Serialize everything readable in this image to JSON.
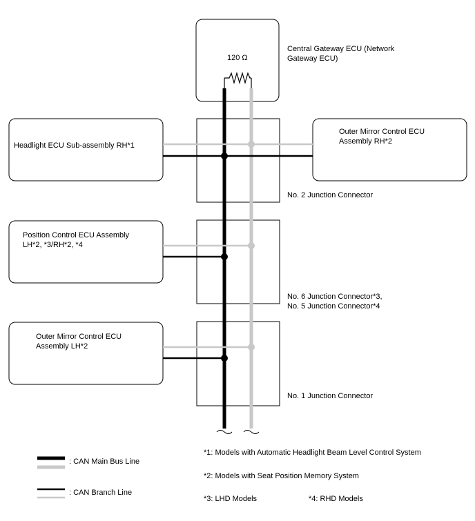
{
  "gateway": {
    "name": "Central Gateway ECU (Network\nGateway ECU)",
    "resistor": "120 Ω"
  },
  "ecus": {
    "headlight": "Headlight ECU Sub-assembly RH*1",
    "outer_mirror_rh": "Outer Mirror Control ECU\nAssembly RH*2",
    "position_control": "Position Control ECU Assembly\nLH*2, *3/RH*2, *4",
    "outer_mirror_lh": "Outer Mirror Control ECU\nAssembly LH*2"
  },
  "junctions": {
    "no2": "No. 2 Junction Connector",
    "no6_no5": "No. 6 Junction Connector*3,\nNo. 5 Junction Connector*4",
    "no1": "No. 1 Junction Connector"
  },
  "legend": {
    "main_bus": ": CAN Main Bus Line",
    "branch": ": CAN Branch Line"
  },
  "notes": {
    "n1": "*1: Models with Automatic Headlight Beam Level Control System",
    "n2": "*2: Models with Seat Position Memory System",
    "n3": "*3: LHD Models",
    "n4": "*4: RHD Models"
  },
  "colors": {
    "line_dark": "#000000",
    "line_light": "#c8c8c8"
  }
}
